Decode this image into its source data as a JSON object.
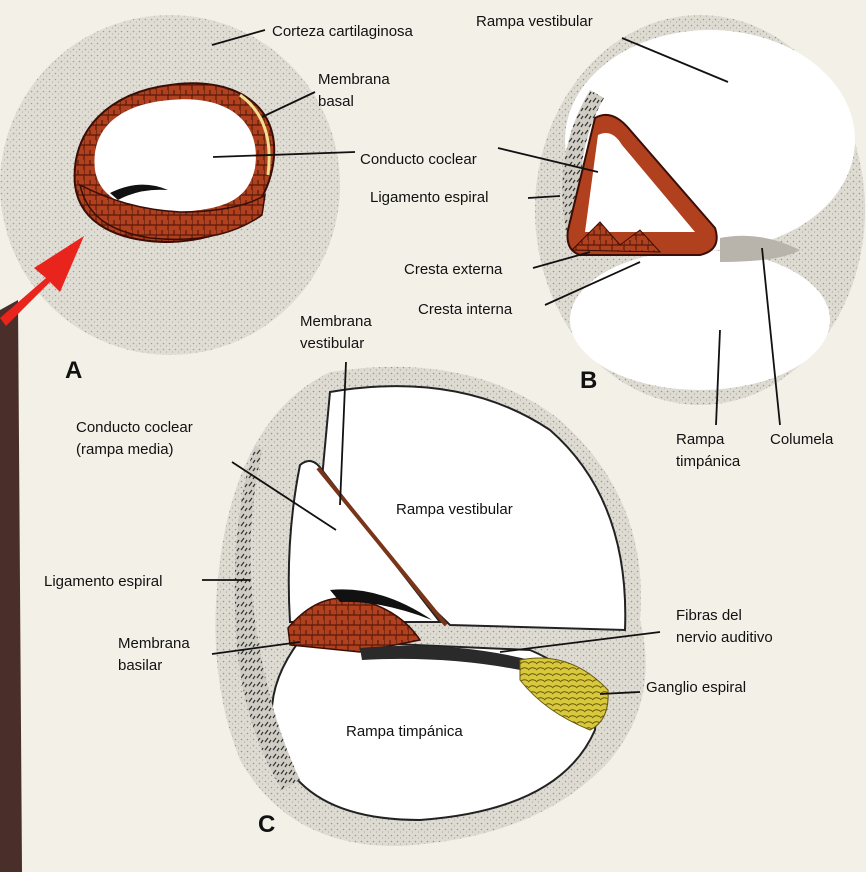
{
  "panel_a": {
    "letter": "A",
    "labels": {
      "corteza_cartilaginosa": "Corteza cartilaginosa",
      "membrana_basal_1": "Membrana",
      "membrana_basal_2": "basal",
      "conducto_coclear": "Conducto coclear"
    }
  },
  "panel_b": {
    "letter": "B",
    "labels": {
      "rampa_vestibular": "Rampa vestibular",
      "ligamento_espiral": "Ligamento espiral",
      "cresta_externa": "Cresta externa",
      "cresta_interna": "Cresta interna",
      "rampa_timpanica_1": "Rampa",
      "rampa_timpanica_2": "timpánica",
      "columela": "Columela"
    }
  },
  "panel_c": {
    "letter": "C",
    "labels": {
      "membrana_vestibular_1": "Membrana",
      "membrana_vestibular_2": "vestibular",
      "conducto_coclear_1": "Conducto coclear",
      "conducto_coclear_2": "(rampa media)",
      "rampa_vestibular": "Rampa vestibular",
      "ligamento_espiral": "Ligamento espiral",
      "membrana_basilar_1": "Membrana",
      "membrana_basilar_2": "basilar",
      "fibras_1": "Fibras del",
      "fibras_2": "nervio auditivo",
      "ganglio_espiral": "Ganglio espiral",
      "rampa_timpanica": "Rampa timpánica"
    }
  },
  "colors": {
    "epithelium": "#b0401e",
    "epithelium_dark": "#4a1208",
    "pointer_arrow": "#e8241c",
    "ganglion": "#d8c83c",
    "cartilage": "#d9d6cf",
    "background": "#f3f0e8"
  }
}
